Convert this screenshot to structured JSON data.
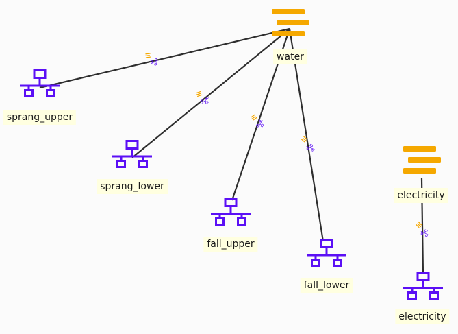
{
  "colors": {
    "background": "#fbfbfb",
    "edge": "#2e2e2e",
    "network_icon": "#5b0ff5",
    "source_icon": "#f5a800",
    "label_bg": "#ffffe0"
  },
  "nodes": [
    {
      "id": "water",
      "label": "water",
      "icon": "stacked-bars-icon"
    },
    {
      "id": "sprang_upper",
      "label": "sprang_upper",
      "icon": "network-icon"
    },
    {
      "id": "sprang_lower",
      "label": "sprang_lower",
      "icon": "network-icon"
    },
    {
      "id": "fall_upper",
      "label": "fall_upper",
      "icon": "network-icon"
    },
    {
      "id": "fall_lower",
      "label": "fall_lower",
      "icon": "network-icon"
    },
    {
      "id": "electricity_source",
      "label": "electricity",
      "icon": "stacked-bars-icon"
    },
    {
      "id": "electricity_net",
      "label": "electricity",
      "icon": "network-icon"
    }
  ],
  "edges": [
    {
      "from": "water",
      "to": "sprang_upper"
    },
    {
      "from": "water",
      "to": "sprang_lower"
    },
    {
      "from": "water",
      "to": "fall_upper"
    },
    {
      "from": "water",
      "to": "fall_lower"
    },
    {
      "from": "electricity_source",
      "to": "electricity_net"
    }
  ]
}
